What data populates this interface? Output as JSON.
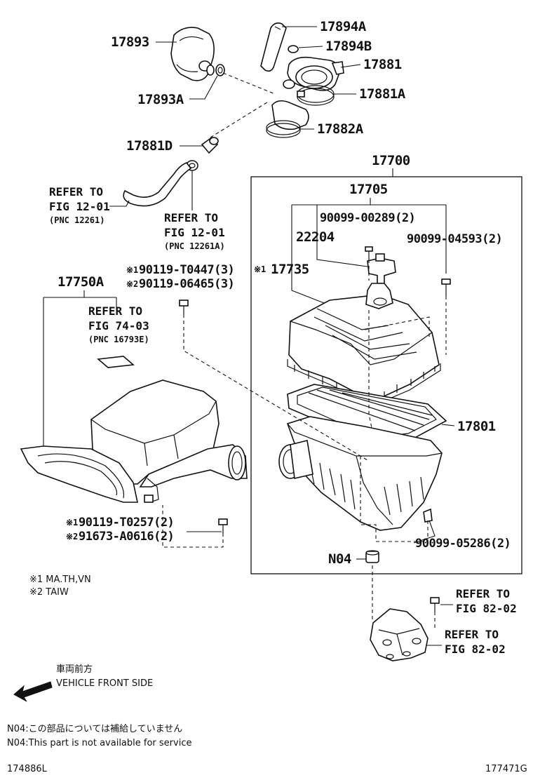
{
  "diagram": {
    "parts": {
      "p17893": "17893",
      "p17893A": "17893A",
      "p17894A": "17894A",
      "p17894B": "17894B",
      "p17881": "17881",
      "p17881A": "17881A",
      "p17882A": "17882A",
      "p17881D": "17881D",
      "p17700": "17700",
      "p17705": "17705",
      "p22204": "22204",
      "p90099_00289": "90099-00289(2)",
      "p90099_04593": "90099-04593(2)",
      "p17735_mark": "※1",
      "p17735": "17735",
      "p17750A": "17750A",
      "p90119_T0447_mark": "※1",
      "p90119_T0447": "90119-T0447(3)",
      "p90119_06465_mark": "※2",
      "p90119_06465": "90119-06465(3)",
      "p17801": "17801",
      "p90119_T0257_mark": "※1",
      "p90119_T0257": "90119-T0257(2)",
      "p91673_A0616_mark": "※2",
      "p91673_A0616": "91673-A0616(2)",
      "p90099_05286": "90099-05286(2)",
      "pN04": "N04"
    },
    "refs": {
      "fig12_01_a_line1": "REFER TO",
      "fig12_01_a_line2": "FIG 12-01",
      "fig12_01_a_pnc": "(PNC 12261)",
      "fig12_01_b_line1": "REFER TO",
      "fig12_01_b_line2": "FIG 12-01",
      "fig12_01_b_pnc": "(PNC 12261A)",
      "fig74_03_line1": "REFER TO",
      "fig74_03_line2": "FIG 74-03",
      "fig74_03_pnc": "(PNC 16793E)",
      "fig82_02_a_line1": "REFER TO",
      "fig82_02_a_line2": "FIG 82-02",
      "fig82_02_b_line1": "REFER TO",
      "fig82_02_b_line2": "FIG 82-02"
    },
    "notes": {
      "note1": "※1 MA.TH,VN",
      "note2": "※2 TAIW",
      "front_jp": "車両前方",
      "front_en": "VEHICLE FRONT SIDE",
      "n04_jp": "N04:この部品については補給していません",
      "n04_en": "N04:This part is not available for service",
      "code_left": "174886L",
      "code_right": "177471G"
    }
  }
}
